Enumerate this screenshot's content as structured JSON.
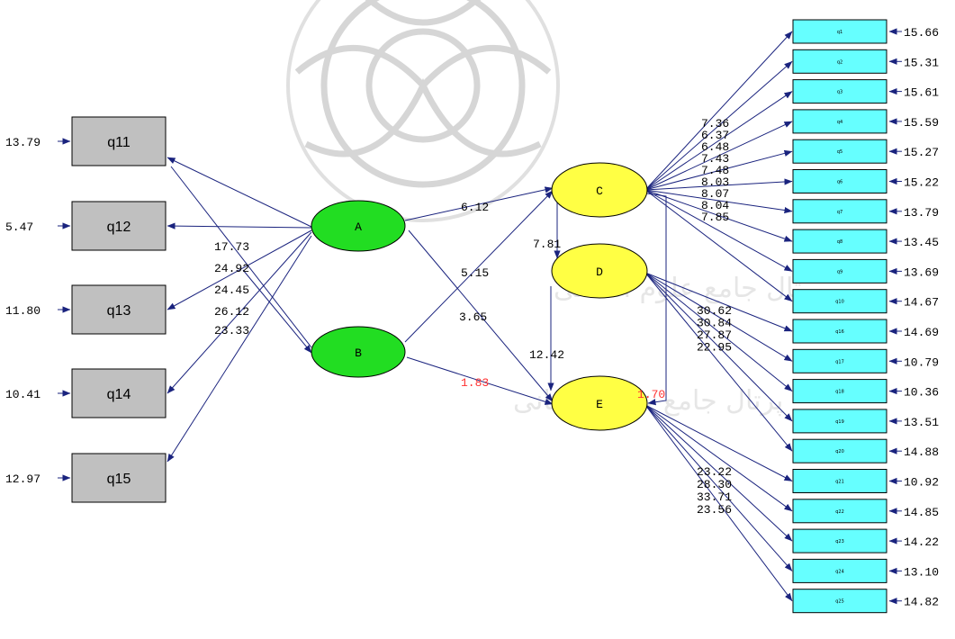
{
  "observed_left": [
    {
      "id": "q11",
      "error": "13.79",
      "loading": "17.73"
    },
    {
      "id": "q12",
      "error": "5.47",
      "loading": "24.92"
    },
    {
      "id": "q13",
      "error": "11.80",
      "loading": "24.45"
    },
    {
      "id": "q14",
      "error": "10.41",
      "loading": "26.12"
    },
    {
      "id": "q15",
      "error": "12.97",
      "loading": "23.33"
    }
  ],
  "latent_exogenous": [
    "A",
    "B"
  ],
  "latent_endogenous": [
    "C",
    "D",
    "E"
  ],
  "structural_paths": [
    {
      "from": "A",
      "to": "C",
      "value": "6.12",
      "significant": true
    },
    {
      "from": "B",
      "to": "C",
      "value": "5.15",
      "significant": true
    },
    {
      "from": "A",
      "to": "E",
      "value": "3.65",
      "significant": true
    },
    {
      "from": "B",
      "to": "E",
      "value": "1.83",
      "significant": false
    },
    {
      "from": "C",
      "to": "D",
      "value": "7.81",
      "significant": true
    },
    {
      "from": "D",
      "to": "E",
      "value": "12.42",
      "significant": true
    },
    {
      "from": "C",
      "to": "E",
      "value": "1.70",
      "significant": false
    }
  ],
  "observed_right": [
    {
      "id": "q1",
      "error": "15.66",
      "loading": "7.36",
      "latent": "C"
    },
    {
      "id": "q2",
      "error": "15.31",
      "loading": "6.37",
      "latent": "C"
    },
    {
      "id": "q3",
      "error": "15.61",
      "loading": "6.48",
      "latent": "C"
    },
    {
      "id": "q4",
      "error": "15.59",
      "loading": "7.43",
      "latent": "C"
    },
    {
      "id": "q5",
      "error": "15.27",
      "loading": "7.48",
      "latent": "C"
    },
    {
      "id": "q6",
      "error": "15.22",
      "loading": "8.03",
      "latent": "C"
    },
    {
      "id": "q7",
      "error": "13.79",
      "loading": "8.07",
      "latent": "C"
    },
    {
      "id": "q8",
      "error": "13.45",
      "loading": "8.04",
      "latent": "C"
    },
    {
      "id": "q9",
      "error": "13.69",
      "loading": "7.85",
      "latent": "C"
    },
    {
      "id": "q10",
      "error": "14.67",
      "loading": "",
      "latent": "C"
    },
    {
      "id": "q16",
      "error": "14.69",
      "loading": "30.62",
      "latent": "D"
    },
    {
      "id": "q17",
      "error": "10.79",
      "loading": "30.84",
      "latent": "D"
    },
    {
      "id": "q18",
      "error": "10.36",
      "loading": "27.87",
      "latent": "D"
    },
    {
      "id": "q19",
      "error": "13.51",
      "loading": "22.95",
      "latent": "D"
    },
    {
      "id": "q20",
      "error": "14.88",
      "loading": "",
      "latent": "D"
    },
    {
      "id": "q21",
      "error": "10.92",
      "loading": "23.22",
      "latent": "E"
    },
    {
      "id": "q22",
      "error": "14.85",
      "loading": "28.30",
      "latent": "E"
    },
    {
      "id": "q23",
      "error": "14.22",
      "loading": "33.71",
      "latent": "E"
    },
    {
      "id": "q24",
      "error": "13.10",
      "loading": "23.56",
      "latent": "E"
    },
    {
      "id": "q25",
      "error": "14.82",
      "loading": "",
      "latent": "E"
    }
  ],
  "watermark": "پرتال جامع علوم انسانی",
  "colors": {
    "arrow": "#1a237e",
    "observed_left": "#c0c0c0",
    "observed_right": "#66ffff",
    "latent_exogenous": "#22dd22",
    "latent_endogenous": "#ffff44",
    "nonsignificant": "#ff3030"
  }
}
